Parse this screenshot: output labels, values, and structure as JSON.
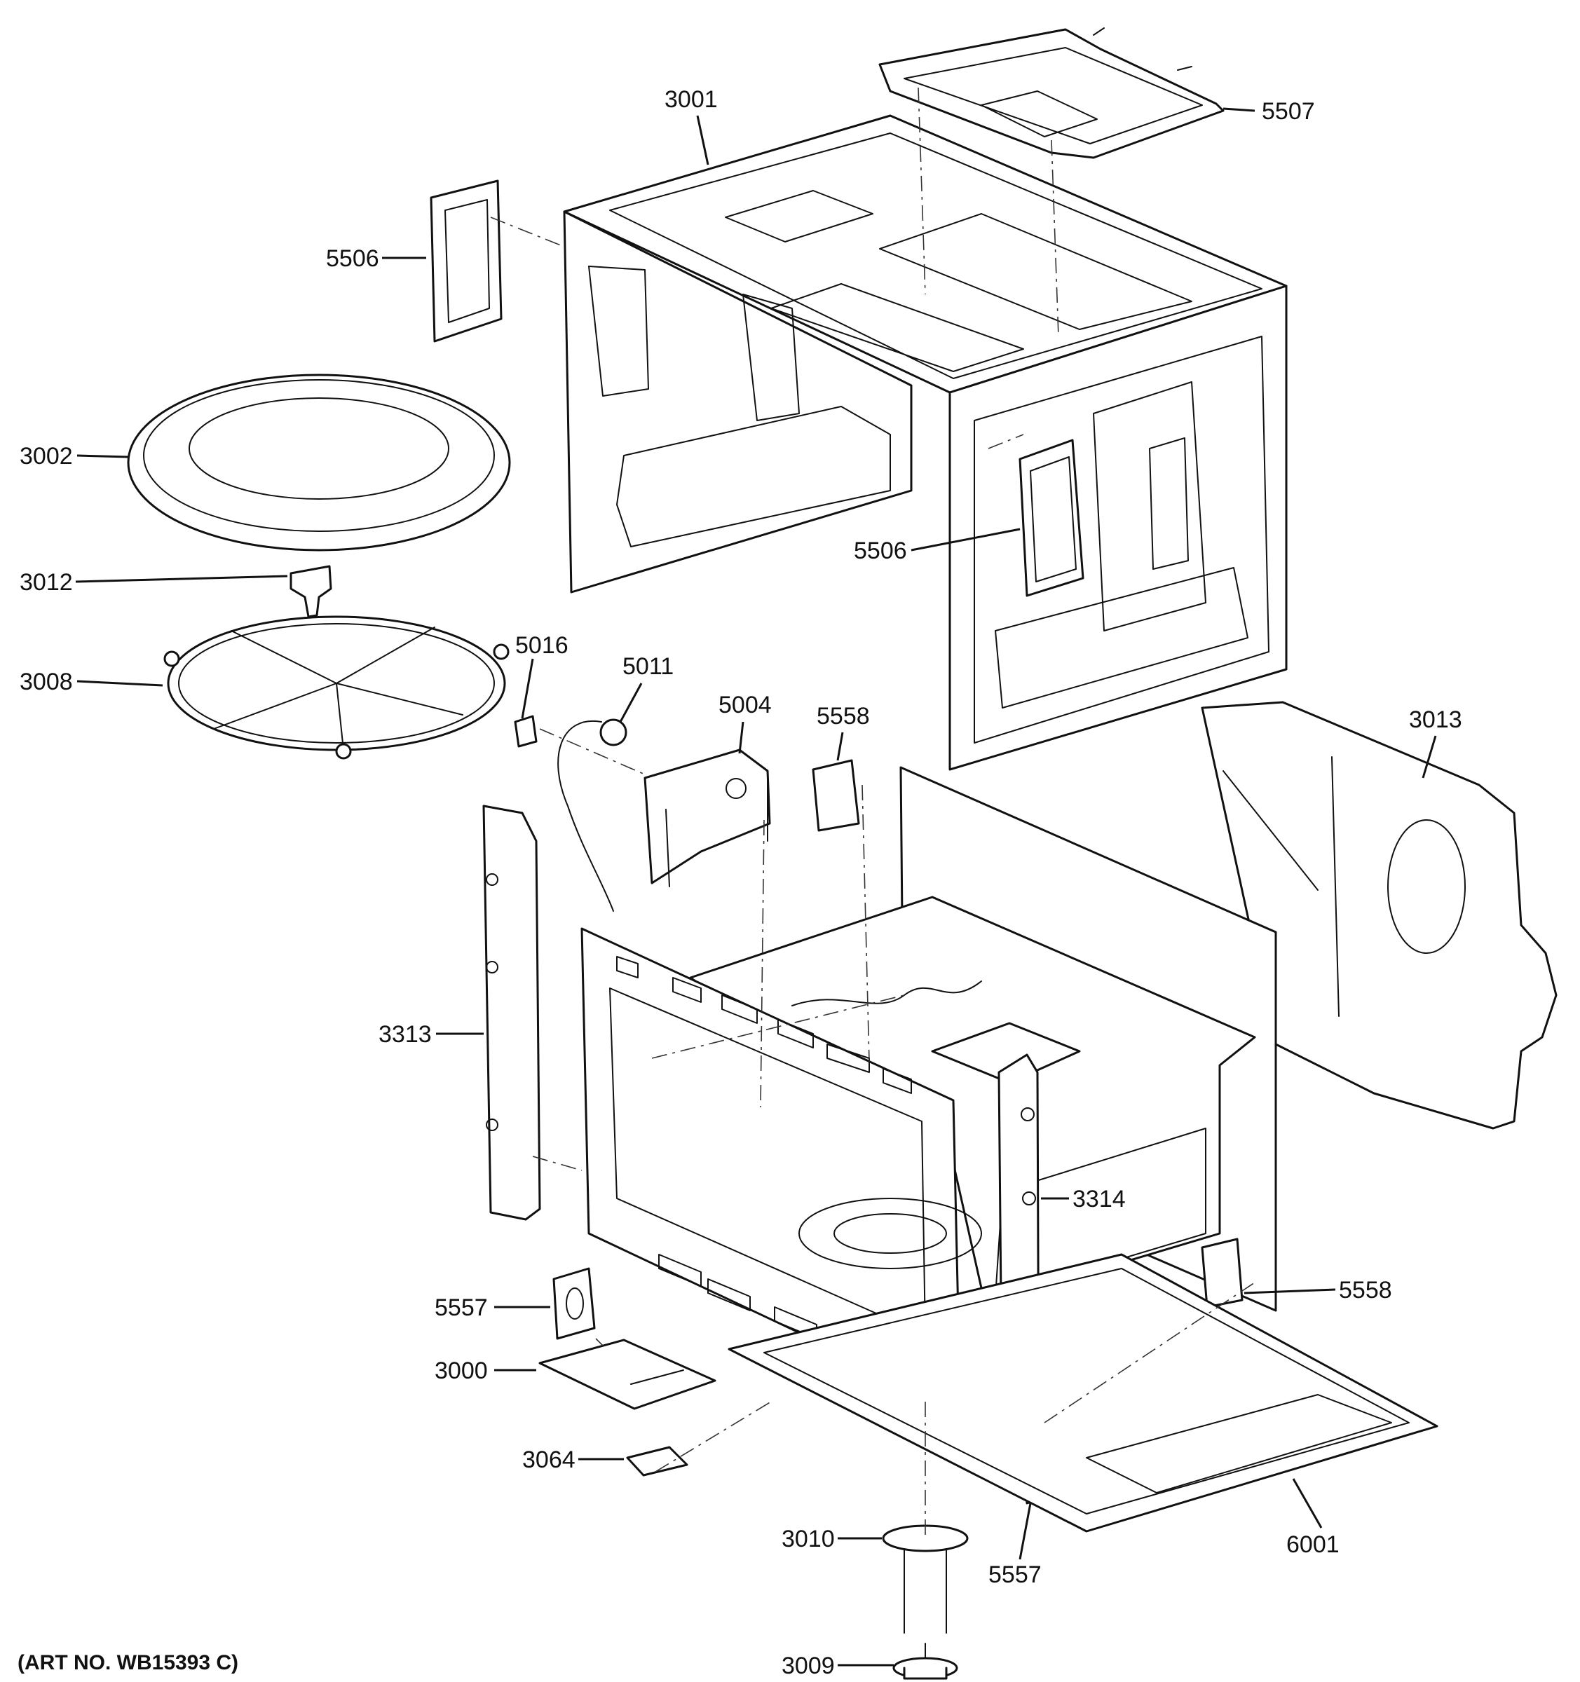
{
  "diagram": {
    "callouts": {
      "c3001": "3001",
      "c5507": "5507",
      "c5506a": "5506",
      "c5506b": "5506",
      "c3002": "3002",
      "c3012": "3012",
      "c3008": "3008",
      "c5016": "5016",
      "c5011": "5011",
      "c5004": "5004",
      "c5558a": "5558",
      "c3013": "3013",
      "c3313": "3313",
      "c3314": "3314",
      "c5558b": "5558",
      "c5557a": "5557",
      "c3000": "3000",
      "c3064": "3064",
      "c3010": "3010",
      "c5557b": "5557",
      "c6001": "6001",
      "c3009": "3009"
    },
    "art_number": "(ART NO. WB15393 C)"
  }
}
